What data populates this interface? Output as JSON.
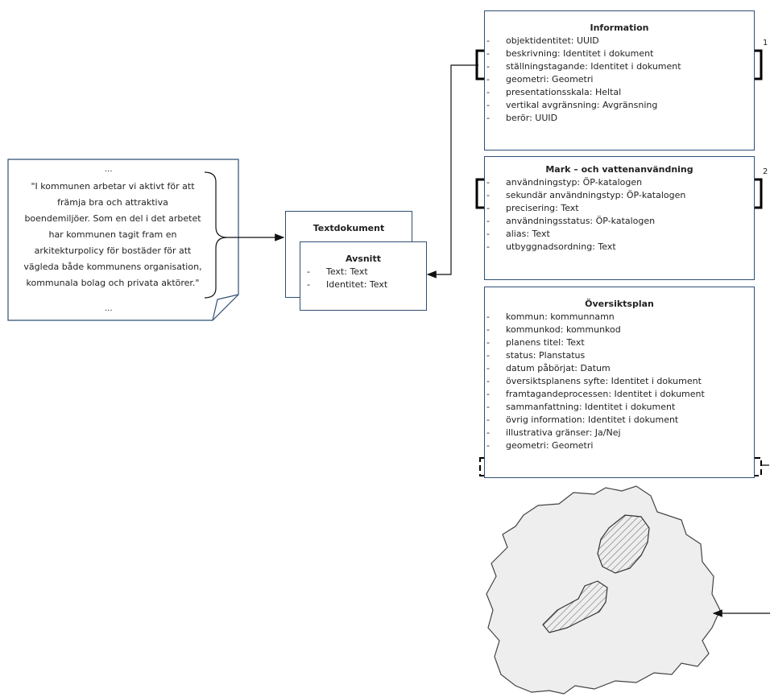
{
  "document_fragment": {
    "ellipsis_top": "...",
    "quote": "\"I kommunen arbetar vi aktivt för att främja bra och attraktiva boendemiljöer. Som en del i det arbetet har kommunen tagit fram en arkitekturpolicy för bostäder för att vägleda både kommunens organisation, kommunala bolag och privata aktörer.\"",
    "quote_lines": [
      "\"I kommunen arbetar vi aktivt för att",
      "främja bra och attraktiva",
      "boendemiljöer. Som en del i det arbetet",
      "har kommunen tagit fram en",
      "arkitekturpolicy för bostäder för att",
      "vägleda både kommunens organisation,",
      "kommunala bolag och privata aktörer.\""
    ],
    "ellipsis_bottom": "..."
  },
  "textdokument": {
    "title": "Textdokument",
    "avsnitt": {
      "title": "Avsnitt",
      "attributes": [
        "Text: Text",
        "Identitet: Text"
      ]
    }
  },
  "information": {
    "title": "Information",
    "attributes": [
      "objektidentitet: UUID",
      "beskrivning: Identitet i dokument",
      "ställningstagande: Identitet i dokument",
      "geometri: Geometri",
      "presentationsskala: Heltal",
      "vertikal avgränsning: Avgränsning",
      "berör: UUID"
    ],
    "marker": "1"
  },
  "markvatten": {
    "title": "Mark – och vattenanvändning",
    "attributes": [
      "användningstyp: ÖP-katalogen",
      "sekundär användningstyp: ÖP-katalogen",
      "precisering: Text",
      "användningsstatus: ÖP-katalogen",
      "alias: Text",
      "utbyggnadsordning: Text"
    ],
    "marker": "2"
  },
  "oversiktsplan": {
    "title": "Översiktsplan",
    "attributes": [
      "kommun: kommunnamn",
      "kommunkod: kommunkod",
      "planens titel: Text",
      "status: Planstatus",
      "datum påbörjat: Datum",
      "översiktsplanens syfte: Identitet i dokument",
      "framtagandeprocessen: Identitet i dokument",
      "sammanfattning: Identitet i dokument",
      "övrig information: Identitet i dokument",
      "illustrativa gränser: Ja/Nej",
      "geometri: Geometri"
    ]
  },
  "colors": {
    "box_border": "#2f4f75",
    "highlight": "#000000",
    "map_fill": "#eeeeee",
    "map_stroke": "#444444"
  }
}
